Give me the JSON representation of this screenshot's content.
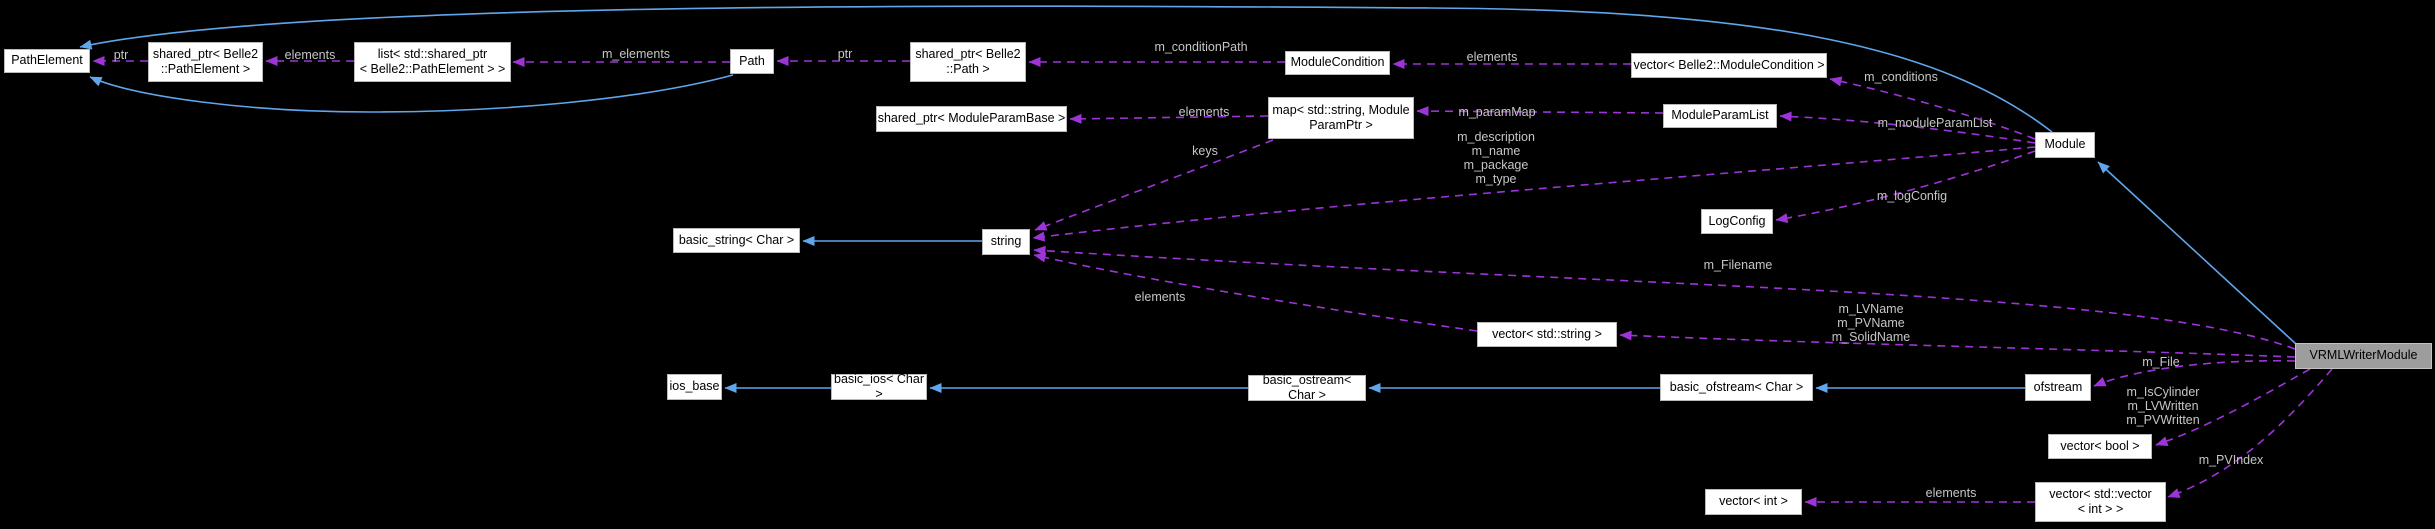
{
  "diagram": {
    "type": "doxygen-collaboration-graph",
    "highlighted_node": "VRMLWriterModule",
    "colors": {
      "background": "#000000",
      "node_fill": "#ffffff",
      "node_border": "#b9b9b9",
      "node_text": "#000000",
      "highlight_node_fill": "#9d9d9d",
      "inheritance_edge": "#5fa6ec",
      "usage_edge": "#9e34d8",
      "edge_label_text": "#c6c6c6"
    },
    "nodes": [
      {
        "id": "PathElement",
        "label": "PathElement"
      },
      {
        "id": "shared_ptr_PathElement",
        "label": "shared_ptr< Belle2\n::PathElement >"
      },
      {
        "id": "list_shared_ptr",
        "label": "list< std::shared_ptr\n< Belle2::PathElement > >"
      },
      {
        "id": "Path",
        "label": "Path"
      },
      {
        "id": "shared_ptr_Path",
        "label": "shared_ptr< Belle2\n::Path >"
      },
      {
        "id": "ModuleCondition",
        "label": "ModuleCondition"
      },
      {
        "id": "vector_ModuleCondition",
        "label": "vector< Belle2::ModuleCondition >"
      },
      {
        "id": "Module",
        "label": "Module"
      },
      {
        "id": "shared_ptr_ModuleParamBase",
        "label": "shared_ptr< ModuleParamBase >"
      },
      {
        "id": "map_ModuleParamPtr",
        "label": "map< std::string, Module\nParamPtr >"
      },
      {
        "id": "ModuleParamList",
        "label": "ModuleParamList"
      },
      {
        "id": "basic_string",
        "label": "basic_string< Char >"
      },
      {
        "id": "string",
        "label": "string"
      },
      {
        "id": "LogConfig",
        "label": "LogConfig"
      },
      {
        "id": "vector_string",
        "label": "vector< std::string >"
      },
      {
        "id": "ios_base",
        "label": "ios_base"
      },
      {
        "id": "basic_ios",
        "label": "basic_ios< Char >"
      },
      {
        "id": "basic_ostream",
        "label": "basic_ostream< Char >"
      },
      {
        "id": "basic_ofstream",
        "label": "basic_ofstream< Char >"
      },
      {
        "id": "ofstream",
        "label": "ofstream"
      },
      {
        "id": "VRMLWriterModule",
        "label": "VRMLWriterModule"
      },
      {
        "id": "vector_bool",
        "label": "vector< bool >"
      },
      {
        "id": "vector_vector_int",
        "label": "vector< std::vector\n< int > >"
      },
      {
        "id": "vector_int",
        "label": "vector< int >"
      }
    ],
    "edge_labels": [
      {
        "id": "ptr-1",
        "text": "ptr"
      },
      {
        "id": "elements-1",
        "text": "elements"
      },
      {
        "id": "m_elements",
        "text": "m_elements"
      },
      {
        "id": "ptr-2",
        "text": "ptr"
      },
      {
        "id": "m_conditionPath",
        "text": "m_conditionPath"
      },
      {
        "id": "elements-2",
        "text": "elements"
      },
      {
        "id": "m_conditions",
        "text": "m_conditions"
      },
      {
        "id": "elements-3",
        "text": "elements"
      },
      {
        "id": "m_paramMap",
        "text": "m_paramMap"
      },
      {
        "id": "module-strings",
        "text": "m_description\nm_name\nm_package\nm_type"
      },
      {
        "id": "m_moduleParamList",
        "text": "m_moduleParamList"
      },
      {
        "id": "keys",
        "text": "keys"
      },
      {
        "id": "m_logConfig",
        "text": "m_logConfig"
      },
      {
        "id": "m_Filename",
        "text": "m_Filename"
      },
      {
        "id": "elements-4",
        "text": "elements"
      },
      {
        "id": "vrml-names",
        "text": "m_LVName\nm_PVName\nm_SolidName"
      },
      {
        "id": "m_File",
        "text": "m_File"
      },
      {
        "id": "vrml-bools",
        "text": "m_IsCylinder\nm_LVWritten\nm_PVWritten"
      },
      {
        "id": "m_PVIndex",
        "text": "m_PVIndex"
      },
      {
        "id": "elements-5",
        "text": "elements"
      }
    ],
    "edges": [
      {
        "from": "shared_ptr_PathElement",
        "to": "PathElement",
        "label": "ptr",
        "type": "usage"
      },
      {
        "from": "list_shared_ptr",
        "to": "shared_ptr_PathElement",
        "label": "elements",
        "type": "usage"
      },
      {
        "from": "Path",
        "to": "list_shared_ptr",
        "label": "m_elements",
        "type": "usage"
      },
      {
        "from": "shared_ptr_Path",
        "to": "Path",
        "label": "ptr",
        "type": "usage"
      },
      {
        "from": "ModuleCondition",
        "to": "shared_ptr_Path",
        "label": "m_conditionPath",
        "type": "usage"
      },
      {
        "from": "vector_ModuleCondition",
        "to": "ModuleCondition",
        "label": "elements",
        "type": "usage"
      },
      {
        "from": "Module",
        "to": "vector_ModuleCondition",
        "label": "m_conditions",
        "type": "usage"
      },
      {
        "from": "map_ModuleParamPtr",
        "to": "shared_ptr_ModuleParamBase",
        "label": "elements",
        "type": "usage"
      },
      {
        "from": "ModuleParamList",
        "to": "map_ModuleParamPtr",
        "label": "m_paramMap",
        "type": "usage"
      },
      {
        "from": "Module",
        "to": "ModuleParamList",
        "label": "m_moduleParamList",
        "type": "usage"
      },
      {
        "from": "map_ModuleParamPtr",
        "to": "string",
        "label": "keys",
        "type": "usage"
      },
      {
        "from": "Module",
        "to": "string",
        "label": "m_description m_name m_package m_type",
        "type": "usage"
      },
      {
        "from": "Module",
        "to": "LogConfig",
        "label": "m_logConfig",
        "type": "usage"
      },
      {
        "from": "VRMLWriterModule",
        "to": "string",
        "label": "m_Filename",
        "type": "usage"
      },
      {
        "from": "vector_string",
        "to": "string",
        "label": "elements",
        "type": "usage"
      },
      {
        "from": "VRMLWriterModule",
        "to": "vector_string",
        "label": "m_LVName m_PVName m_SolidName",
        "type": "usage"
      },
      {
        "from": "VRMLWriterModule",
        "to": "ofstream",
        "label": "m_File",
        "type": "usage"
      },
      {
        "from": "VRMLWriterModule",
        "to": "vector_bool",
        "label": "m_IsCylinder m_LVWritten m_PVWritten",
        "type": "usage"
      },
      {
        "from": "VRMLWriterModule",
        "to": "vector_vector_int",
        "label": "m_PVIndex",
        "type": "usage"
      },
      {
        "from": "vector_vector_int",
        "to": "vector_int",
        "label": "elements",
        "type": "usage"
      },
      {
        "from": "string",
        "to": "basic_string",
        "type": "inheritance"
      },
      {
        "from": "basic_ios",
        "to": "ios_base",
        "type": "inheritance"
      },
      {
        "from": "basic_ostream",
        "to": "basic_ios",
        "type": "inheritance"
      },
      {
        "from": "basic_ofstream",
        "to": "basic_ostream",
        "type": "inheritance"
      },
      {
        "from": "ofstream",
        "to": "basic_ofstream",
        "type": "inheritance"
      },
      {
        "from": "VRMLWriterModule",
        "to": "Module",
        "type": "inheritance"
      },
      {
        "from": "Module",
        "to": "PathElement",
        "type": "inheritance"
      },
      {
        "from": "Path",
        "to": "PathElement",
        "type": "inheritance"
      }
    ]
  }
}
